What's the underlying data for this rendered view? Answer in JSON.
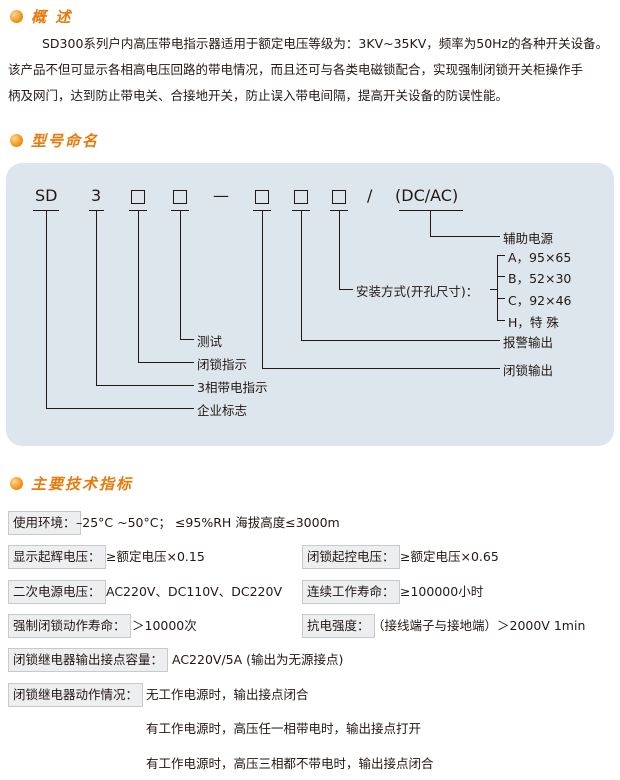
{
  "overview": {
    "title": "概 述",
    "line1": "SD300系列户内高压带电指示器适用于额定电压等级为：3KV~35KV，频率为50Hz的各种开关设备。",
    "line2": "该产品不但可显示各相高电压回路的带电情况，而且还可与各类电磁锁配合，实现强制闭锁开关柜操作手",
    "line3": "柄及网门，达到防止带电关、合接地开关，防止误入带电间隔，提高开关设备的防误性能。"
  },
  "model": {
    "title": "型号命名",
    "code": {
      "sd": "SD",
      "three": "3",
      "dash": "—",
      "slash": "/",
      "dcac": "(DC/AC)"
    },
    "labels": {
      "aux_power": "辅助电源",
      "opt_a": "A，95×65",
      "opt_b": "B，52×30",
      "opt_c": "C，92×46",
      "opt_h": "H，特   殊",
      "mount": "安装方式(开孔尺寸)：",
      "test": "测试",
      "alarm_out": "报警输出",
      "lock_ind": "闭锁指示",
      "lock_out": "闭锁输出",
      "three_phase": "3相带电指示",
      "company": "企业标志"
    }
  },
  "specs": {
    "title": "主要技术指标",
    "env": {
      "label": "使用环境：",
      "value": "–25°C ~50°C；  ≤95%RH    海拔高度≤3000m"
    },
    "display_v": {
      "label": "显示起辉电压：",
      "value": "≥额定电压×0.15"
    },
    "lock_v": {
      "label": "闭锁起控电压：",
      "value": "≥额定电压×0.65"
    },
    "secondary": {
      "label": "二次电源电压：",
      "value": "AC220V、DC110V、DC220V"
    },
    "life": {
      "label": "连续工作寿命：",
      "value": "≥100000小时"
    },
    "lock_life": {
      "label": "强制闭锁动作寿命：",
      "value": "＞10000次"
    },
    "dielectric": {
      "label": "抗电强度：",
      "value": "（接线端子与接地端）＞2000V  1min"
    },
    "relay_cap": {
      "label": "闭锁继电器输出接点容量：",
      "value": "AC220V/5A  (输出为无源接点)"
    },
    "relay_act": {
      "label": "闭锁继电器动作情况：",
      "value": "无工作电源时，输出接点闭合"
    },
    "relay_act2": "有工作电源时，高压任一相带电时，输出接点打开",
    "relay_act3": "有工作电源时，高压三相都不带电时，输出接点闭合"
  }
}
